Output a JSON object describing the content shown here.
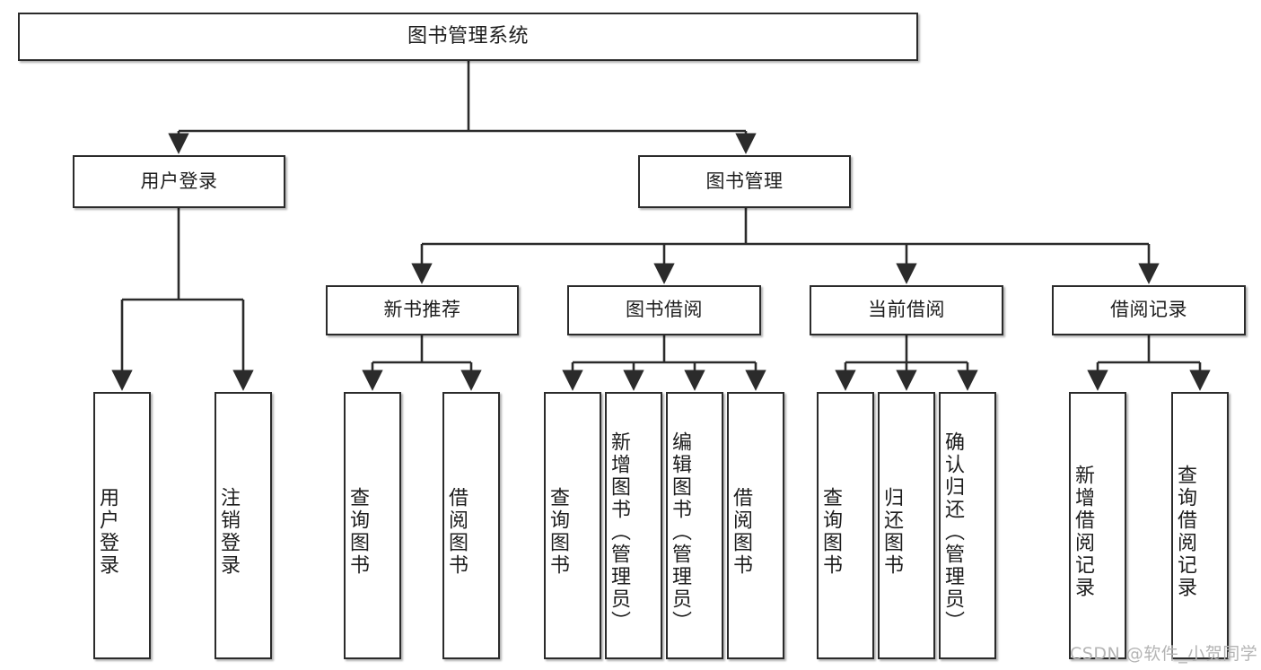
{
  "diagram": {
    "title": "图书管理系统",
    "type": "tree-hierarchy-chart",
    "orientation": "top-down",
    "colors": {
      "node_border": "#2b2b2b",
      "node_fill": "#ffffff",
      "edge": "#2b2b2b",
      "text": "#1d1d1d",
      "watermark": "#b4b4b4",
      "background": "#ffffff"
    }
  },
  "nodes": {
    "root": {
      "label": "图书管理系统"
    },
    "level1": [
      {
        "id": "user-login",
        "label": "用户登录"
      },
      {
        "id": "book-management",
        "label": "图书管理"
      }
    ],
    "level2": [
      {
        "id": "new-book-recommend",
        "label": "新书推荐"
      },
      {
        "id": "book-borrow",
        "label": "图书借阅"
      },
      {
        "id": "current-borrow",
        "label": "当前借阅"
      },
      {
        "id": "borrow-record",
        "label": "借阅记录"
      }
    ],
    "leaves": {
      "user_login": [
        {
          "id": "leaf-user-login",
          "label": "用户登录"
        },
        {
          "id": "leaf-user-logout",
          "label": "注销登录"
        }
      ],
      "new_book_recommend": [
        {
          "id": "leaf-query-book-1",
          "label": "查询图书"
        },
        {
          "id": "leaf-borrow-book-1",
          "label": "借阅图书"
        }
      ],
      "book_borrow": [
        {
          "id": "leaf-query-book-2",
          "label": "查询图书"
        },
        {
          "id": "leaf-add-book",
          "label": "新增图书（管理员）"
        },
        {
          "id": "leaf-edit-book",
          "label": "编辑图书（管理员）"
        },
        {
          "id": "leaf-borrow-book-2",
          "label": "借阅图书"
        }
      ],
      "current_borrow": [
        {
          "id": "leaf-query-book-3",
          "label": "查询图书"
        },
        {
          "id": "leaf-return-book",
          "label": "归还图书"
        },
        {
          "id": "leaf-confirm-return",
          "label": "确认归还（管理员）"
        }
      ],
      "borrow_record": [
        {
          "id": "leaf-add-record",
          "label": "新增借阅记录"
        },
        {
          "id": "leaf-query-record",
          "label": "查询借阅记录"
        }
      ]
    }
  },
  "watermark": {
    "text": "CSDN @软件_小贺同学"
  }
}
